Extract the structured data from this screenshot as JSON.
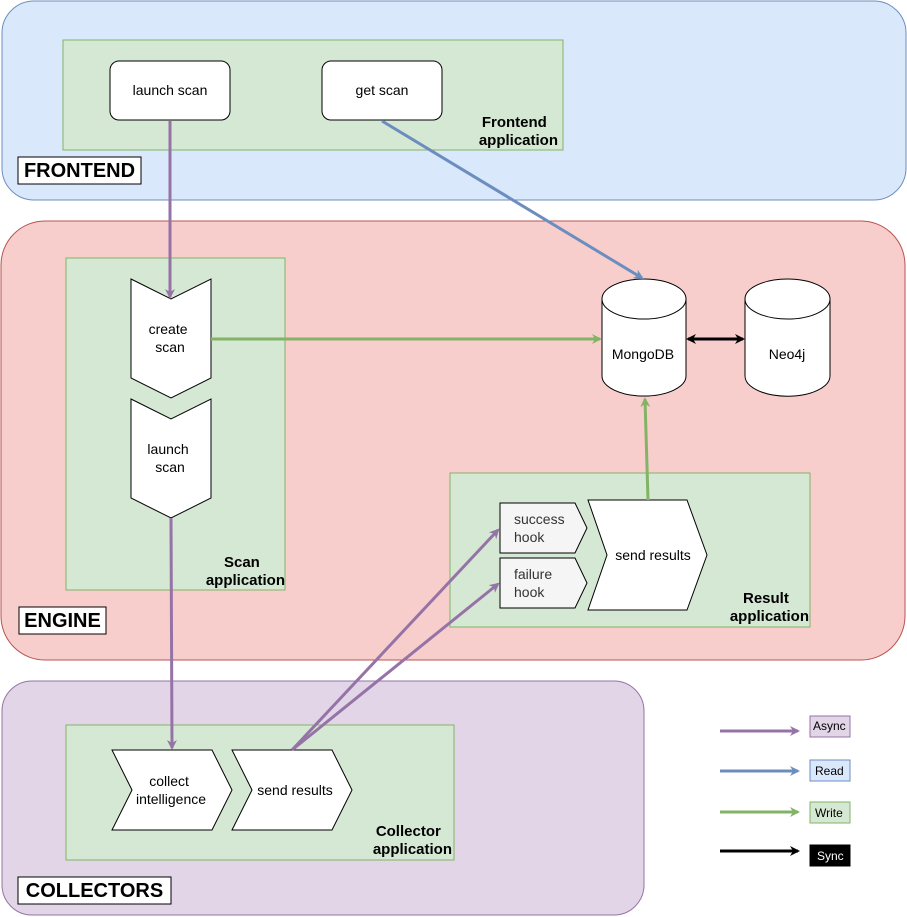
{
  "zones": {
    "frontend": "FRONTEND",
    "engine": "ENGINE",
    "collectors": "COLLECTORS"
  },
  "apps": {
    "frontend": [
      "Frontend",
      "application"
    ],
    "scan": [
      "Scan",
      "application"
    ],
    "result": [
      "Result",
      "application"
    ],
    "collector": [
      "Collector",
      "application"
    ]
  },
  "nodes": {
    "launch_scan_btn": "launch scan",
    "get_scan_btn": "get scan",
    "create_scan": [
      "create",
      "scan"
    ],
    "launch_scan_step": [
      "launch",
      "scan"
    ],
    "mongodb": "MongoDB",
    "neo4j": "Neo4j",
    "success_hook": [
      "success",
      "hook"
    ],
    "failure_hook": [
      "failure",
      "hook"
    ],
    "send_results_engine": "send results",
    "collect_intelligence": [
      "collect",
      "intelligence"
    ],
    "send_results_collector": "send results"
  },
  "legend": {
    "async": "Async",
    "read": "Read",
    "write": "Write",
    "sync": "Sync"
  },
  "colors": {
    "async": "#9673a6",
    "read": "#6c8ebf",
    "write": "#82b366",
    "sync": "#000000",
    "frontend_zone": "#dae8fc",
    "engine_zone": "#f8cecc",
    "collectors_zone": "#e1d5e7",
    "app_box": "#d5e8d4"
  }
}
